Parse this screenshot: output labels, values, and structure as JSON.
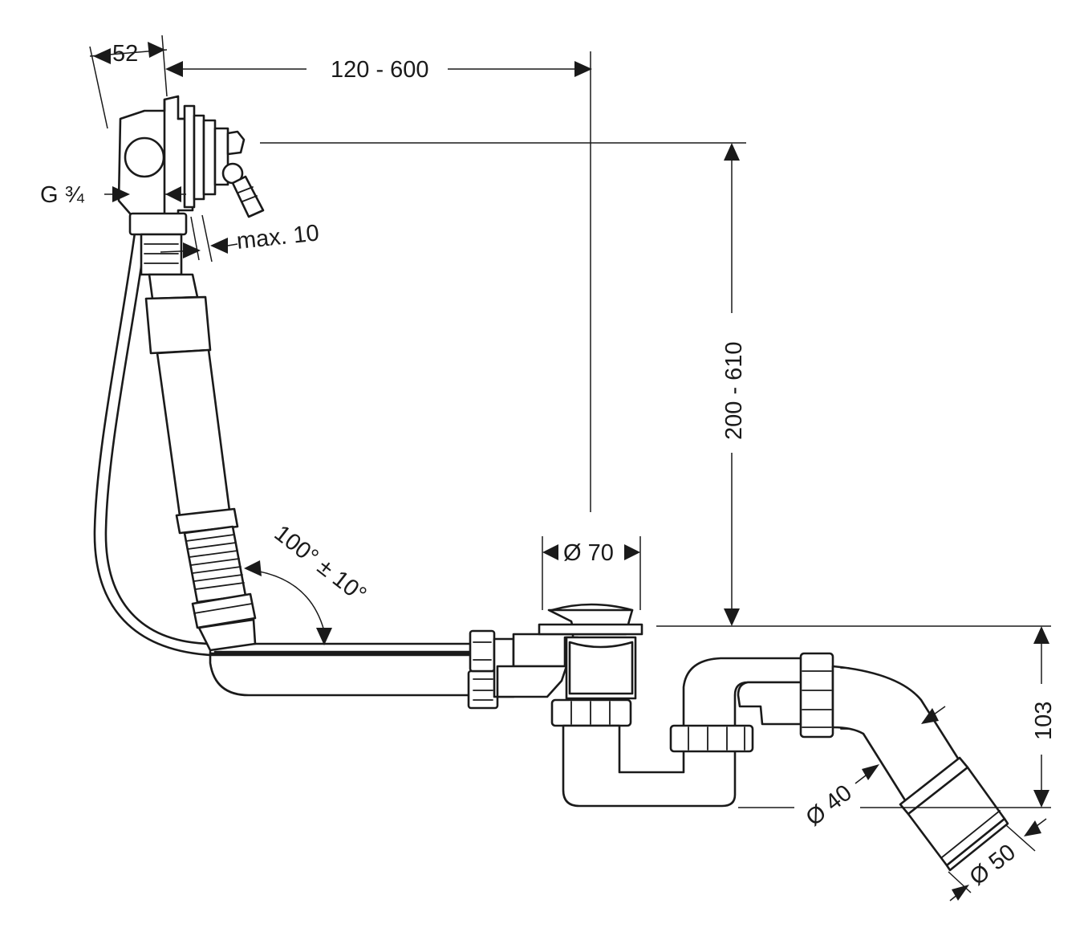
{
  "dimensions": {
    "overflow_width": "52",
    "horizontal_range": "120 - 600",
    "thread_size": "G ¾",
    "max_thickness": "max. 10",
    "vertical_range": "200 - 610",
    "outlet_diameter": "Ø 70",
    "bend_angle": "100° ± 10°",
    "trap_height": "103",
    "pipe_diameter_40": "Ø 40",
    "pipe_diameter_50": "Ø 50"
  },
  "colors": {
    "line": "#1a1a1a",
    "background": "#ffffff"
  }
}
